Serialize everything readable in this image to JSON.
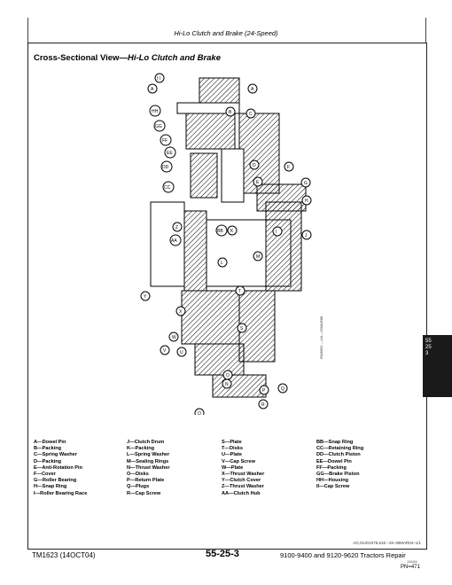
{
  "header": {
    "title": "Hi-Lo Clutch and Brake (24-Speed)"
  },
  "section": {
    "title_main": "Cross-Sectional View—",
    "title_italic": "Hi-Lo Clutch and Brake"
  },
  "diagram": {
    "figure_id": "RW8992   —UN—29MAR88",
    "labels": [
      "I",
      "I",
      "A",
      "A",
      "B",
      "C",
      "HH",
      "GG",
      "FF",
      "EE",
      "DD",
      "D",
      "E",
      "F",
      "G",
      "CC",
      "H",
      "Z",
      "BB",
      "K",
      "AA",
      "J",
      "I",
      "L",
      "M",
      "T",
      "Y",
      "X",
      "S",
      "W",
      "V",
      "U",
      "O",
      "N",
      "P",
      "R",
      "Q",
      "Q"
    ]
  },
  "legend": {
    "col1": [
      "A—Dowel Pin",
      "B—Packing",
      "C—Spring Washer",
      "D—Packing",
      "E—Anti-Rotation Pin",
      "F—Cover",
      "G—Roller Bearing",
      "H—Snap Ring",
      "I—Roller Bearing Race"
    ],
    "col2": [
      "J—Clutch Drum",
      "K—Packing",
      "L—Spring Washer",
      "M—Sealing Rings",
      "N—Thrust Washer",
      "O—Disks",
      "P—Return Plate",
      "Q—Plugs",
      "R—Cap Screw"
    ],
    "col3": [
      "S—Plate",
      "T—Disks",
      "U—Plate",
      "V—Cap Screw",
      "W—Plate",
      "X—Thrust Washer",
      "Y—Clutch Cover",
      "Z—Thrust Washer",
      "AA—Clutch Hub"
    ],
    "col4": [
      "BB—Snap Ring",
      "CC—Retaining Ring",
      "DD—Clutch Piston",
      "EE—Dowel Pin",
      "FF—Packing",
      "GG—Brake Piston",
      "HH—Housing",
      "II—Cap Screw"
    ]
  },
  "ref_code": "AG,OUO1076,618   –19–30MAR04–1/1",
  "side_tab": [
    "55",
    "25",
    "3"
  ],
  "footer": {
    "left": "TM1623 (14OCT04)",
    "page": "55-25-3",
    "right": "9100-9400 and 9120-9620 Tractors Repair",
    "small": "100404",
    "pn": "PN=471"
  }
}
